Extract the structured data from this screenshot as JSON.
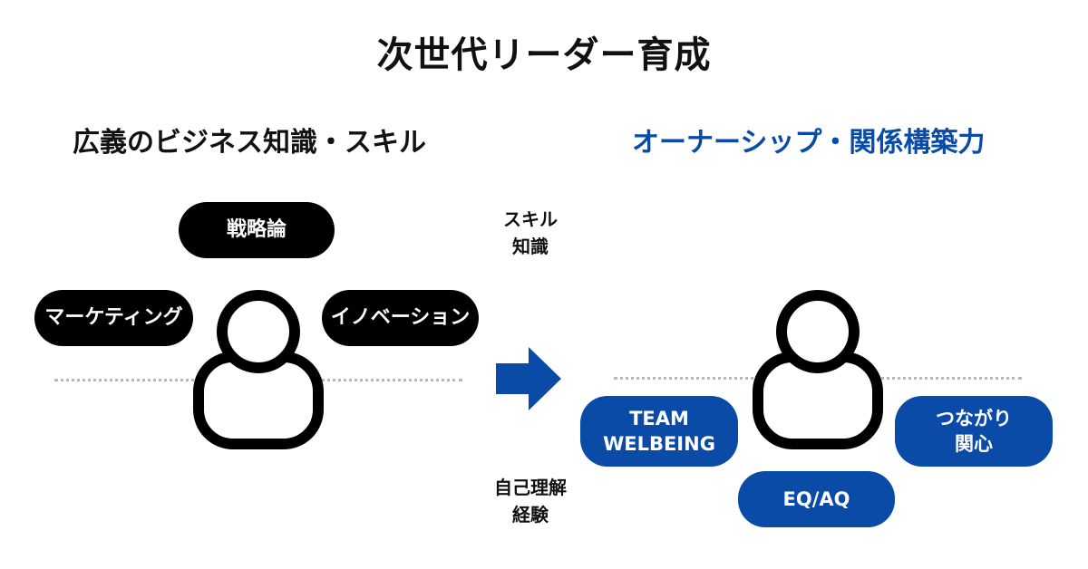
{
  "title": "次世代リーダー育成",
  "left": {
    "heading": "広義のビジネス知識・スキル",
    "pills": [
      "戦略論",
      "マーケティング",
      "イノベーション"
    ]
  },
  "right": {
    "heading": "オーナーシップ・関係構築力",
    "pills": {
      "team_line1": "TEAM",
      "team_line2": "WELBEING",
      "tsunagari_line1": "つながり",
      "tsunagari_line2": "関心",
      "eqaq": "EQ/AQ"
    }
  },
  "middle": {
    "skill": "スキル",
    "knowledge": "知識",
    "self_understanding": "自己理解",
    "experience": "経験"
  },
  "colors": {
    "accent_blue": "#0B4BA8",
    "black": "#000000",
    "dotted_line": "#b8b8b8"
  },
  "icons": [
    "person-icon",
    "right-arrow-icon",
    "person-icon"
  ]
}
